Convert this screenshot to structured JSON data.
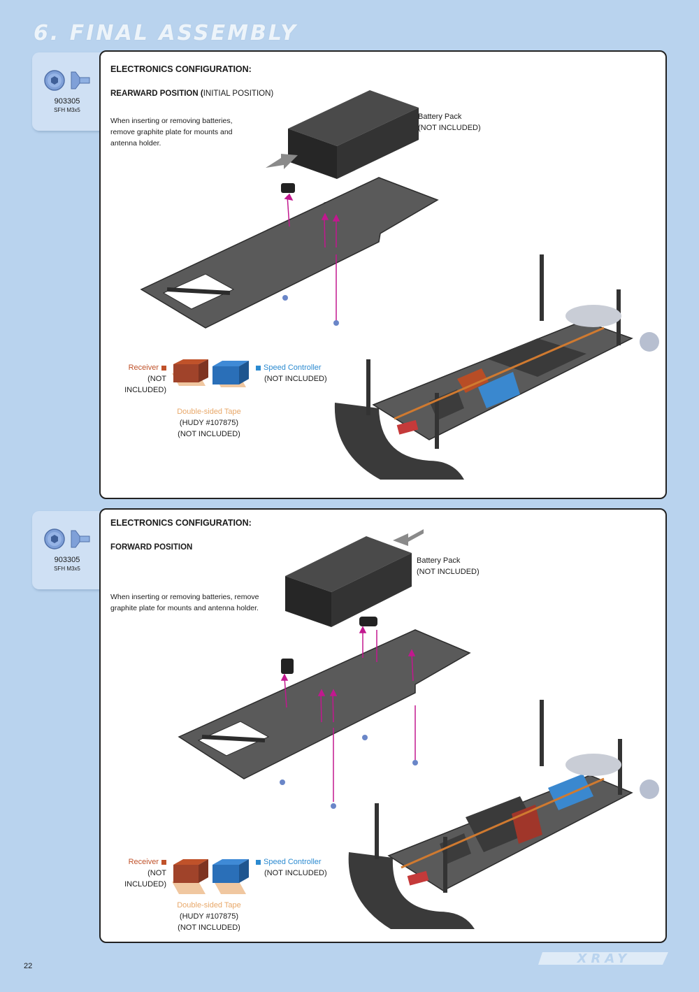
{
  "header": {
    "title": "6. FINAL ASSEMBLY"
  },
  "parts": [
    {
      "code": "903305",
      "desc": "SFH M3x5",
      "icons": [
        "screw-head-icon",
        "screw-side-icon"
      ]
    },
    {
      "code": "903305",
      "desc": "SFH M3x5",
      "icons": [
        "screw-head-icon",
        "screw-side-icon"
      ]
    }
  ],
  "panels": [
    {
      "title": "ELECTRONICS CONFIGURATION:",
      "subtitle_bold": "REARWARD POSITION (",
      "subtitle_normal": "INITIAL POSITION)",
      "note_lines": [
        "When inserting or removing batteries,",
        "remove graphite plate for mounts and",
        "antenna holder."
      ],
      "battery": {
        "name": "Battery Pack",
        "note": "(NOT INCLUDED)"
      },
      "receiver": {
        "name": "Receiver",
        "note": "(NOT INCLUDED)"
      },
      "speed_controller": {
        "name": "Speed Controller",
        "note": "(NOT INCLUDED)"
      },
      "tape": {
        "name": "Double-sided Tape",
        "part": "(HUDY #107875)",
        "note": "(NOT INCLUDED)"
      }
    },
    {
      "title": "ELECTRONICS CONFIGURATION:",
      "subtitle_bold": "FORWARD POSITION",
      "subtitle_normal": "",
      "note_lines": [
        "When inserting or removing batteries, remove",
        "graphite plate for mounts and antenna holder."
      ],
      "battery": {
        "name": "Battery Pack",
        "note": "(NOT INCLUDED)"
      },
      "receiver": {
        "name": "Receiver",
        "note": "(NOT INCLUDED)"
      },
      "speed_controller": {
        "name": "Speed Controller",
        "note": "(NOT INCLUDED)"
      },
      "tape": {
        "name": "Double-sided Tape",
        "part": "(HUDY #107875)",
        "note": "(NOT INCLUDED)"
      }
    }
  ],
  "colors": {
    "page_bg": "#b9d3ee",
    "receiver": "#c0522a",
    "speed_controller": "#2b8ad0",
    "tape": "#e8a86a",
    "arrow": "#c2188f"
  },
  "footer": {
    "page_number": "22",
    "logo": "XRAY"
  }
}
